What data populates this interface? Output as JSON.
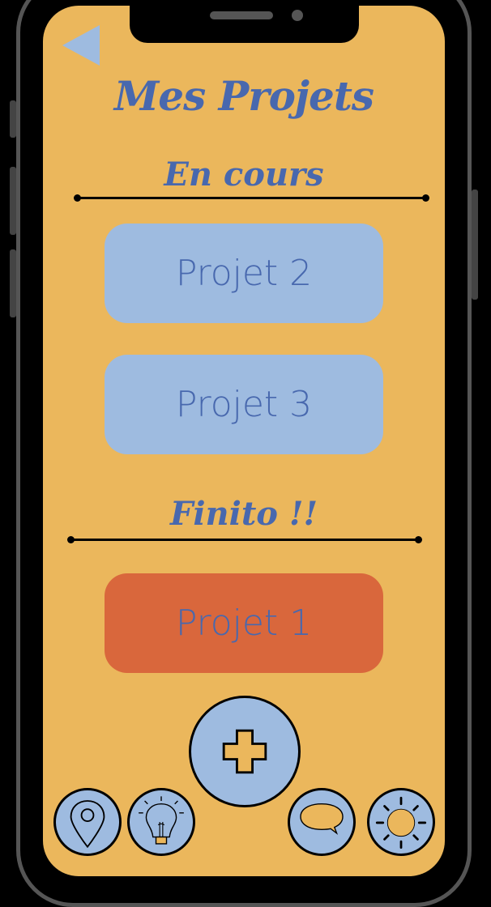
{
  "header": {
    "title": "Mes Projets"
  },
  "sections": [
    {
      "title": "En cours",
      "projects": [
        {
          "label": "Projet 2"
        },
        {
          "label": "Projet 3"
        }
      ]
    },
    {
      "title": "Finito !!",
      "projects": [
        {
          "label": "Projet 1"
        }
      ]
    }
  ],
  "nav": {
    "icons": [
      "location-pin-icon",
      "lightbulb-icon",
      "plus-icon",
      "speech-bubble-icon",
      "sun-icon"
    ]
  },
  "colors": {
    "screen": "#EBB75C",
    "accent_text": "#4868AE",
    "in_progress": "#9EBBE0",
    "done": "#D9673C"
  }
}
